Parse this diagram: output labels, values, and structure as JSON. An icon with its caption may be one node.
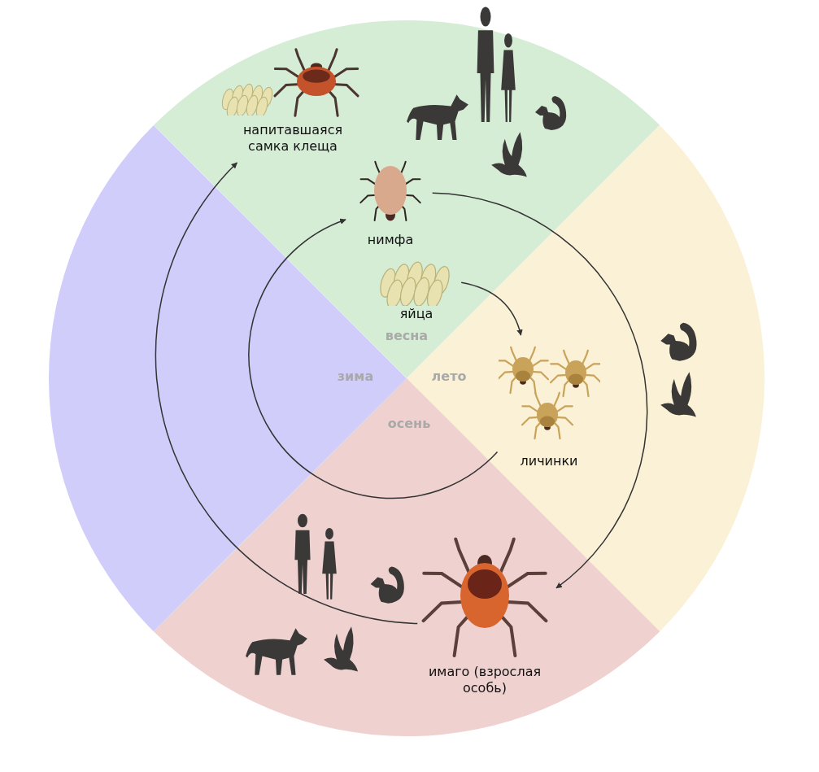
{
  "diagram": {
    "nodes": [
      {
        "text": [
          "напитавшаяся самка клеща"
        ]
      },
      {
        "text": [
          "нимфа"
        ]
      },
      {
        "text": [
          "яйца"
        ]
      },
      {
        "text": [
          "личинки"
        ]
      },
      {
        "text": [
          "имаго (взрослая особь)"
        ]
      }
    ],
    "edges": [
      {
        "from": 2,
        "to": 3,
        "arrow": "to"
      },
      {
        "from": 3,
        "to": 1,
        "arrow": "to"
      },
      {
        "from": 1,
        "to": 4,
        "arrow": "to"
      },
      {
        "from": 4,
        "to": 0,
        "arrow": "to"
      }
    ],
    "labels": [
      "весна",
      "зима",
      "лето",
      "осень"
    ]
  }
}
